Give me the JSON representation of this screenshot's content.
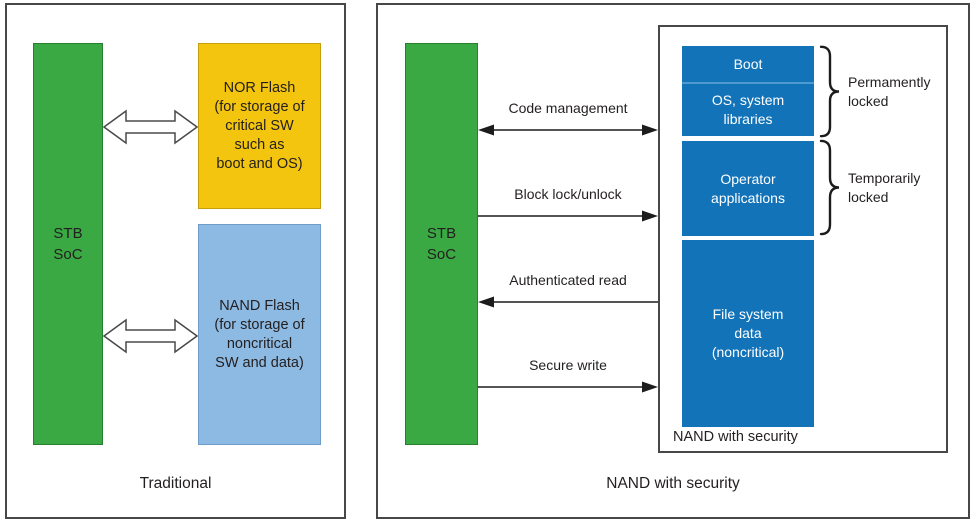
{
  "left_panel": {
    "caption": "Traditional",
    "soc_block": "STB\nSoC",
    "nor_block": "NOR Flash\n(for storage of\ncritical SW\nsuch as\nboot and OS)",
    "nand_block": "NAND Flash\n(for storage of\nnoncritical\nSW and data)"
  },
  "right_panel": {
    "caption": "NAND with security",
    "soc_block": "STB\nSoC",
    "nand_container_label": "NAND with security",
    "segments": [
      {
        "label": "Boot"
      },
      {
        "label": "OS, system\nlibraries"
      },
      {
        "label": "Operator\napplications"
      },
      {
        "label": "File system\ndata\n(noncritical)"
      }
    ],
    "arrows": [
      {
        "label": "Code management",
        "direction": "bidirectional"
      },
      {
        "label": "Block lock/unlock",
        "direction": "soc-to-nand"
      },
      {
        "label": "Authenticated read",
        "direction": "nand-to-soc"
      },
      {
        "label": "Secure write",
        "direction": "soc-to-nand"
      }
    ],
    "lock_annotations": [
      {
        "label": "Permamently locked"
      },
      {
        "label": "Temporarily locked"
      }
    ]
  },
  "colors": {
    "soc-green": "#3aa843",
    "nor-yellow": "#f3c50f",
    "nand-light-blue": "#8dbae3",
    "secure-blue": "#1273b8",
    "text-dark": "#231f20",
    "text-light": "#ffffff"
  }
}
